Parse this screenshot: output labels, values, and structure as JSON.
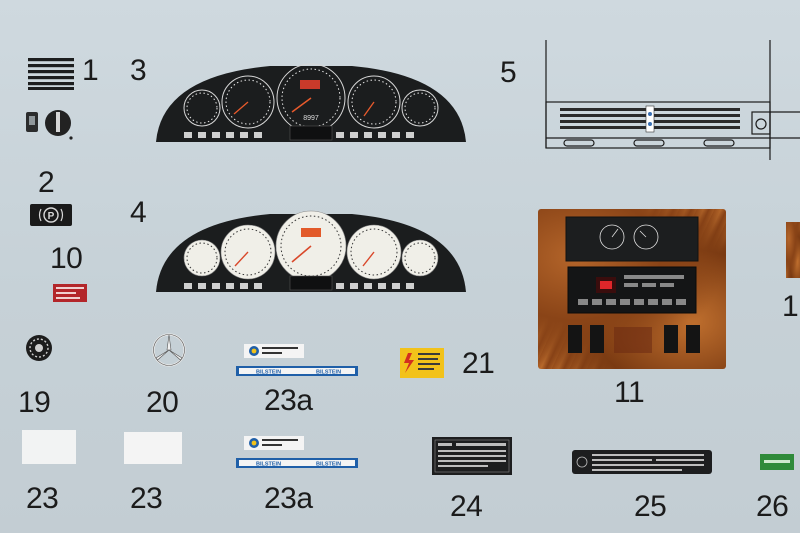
{
  "sheet": {
    "background_color": "#c9d4da",
    "labels": [
      "1",
      "2",
      "3",
      "4",
      "5",
      "10",
      "11",
      "19",
      "20",
      "21",
      "23",
      "23",
      "23a",
      "23a",
      "24",
      "25",
      "26"
    ]
  },
  "decals": {
    "d1": {
      "number": "1"
    },
    "d2": {
      "number": "2"
    },
    "d3": {
      "number": "3",
      "style": "black dials"
    },
    "d4": {
      "number": "4",
      "style": "white dials"
    },
    "d5": {
      "number": "5"
    },
    "d10": {
      "number": "10"
    },
    "d11": {
      "number": "11"
    },
    "d19": {
      "number": "19"
    },
    "d20": {
      "number": "20"
    },
    "d21": {
      "number": "21"
    },
    "d23a_top": {
      "number": "23a",
      "text": "BILSTEIN"
    },
    "d23a_bottom": {
      "number": "23a",
      "text": "BILSTEIN"
    },
    "d23_left": {
      "number": "23"
    },
    "d23_right": {
      "number": "23"
    },
    "d24": {
      "number": "24"
    },
    "d25": {
      "number": "25"
    },
    "d26": {
      "number": "26"
    }
  },
  "colors": {
    "panel": "#1b1d1e",
    "wood": "#9b501d",
    "label_blue": "#1f5fa8",
    "warning_yellow": "#f2c21a",
    "red_plate": "#b3262a",
    "green_tag": "#2f8a3a"
  }
}
